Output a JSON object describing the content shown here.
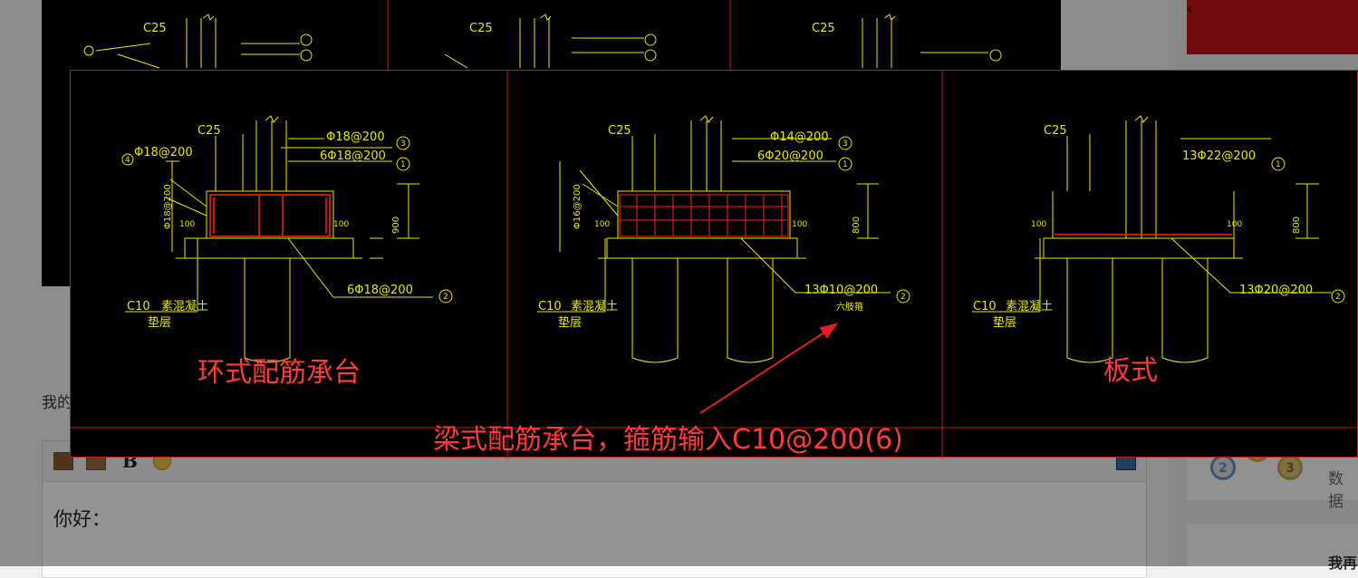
{
  "page": {
    "reply_label": "我的",
    "editor": {
      "toolbar": [
        "insert-image-icon",
        "insert-picture-icon",
        "bold-icon",
        "emoji-icon",
        "screen-icon"
      ],
      "bold_label": "B",
      "body_text": "你好："
    }
  },
  "sidebar": {
    "collapse_icon": "chevron-left-icon",
    "medals": [
      "2",
      "",
      "3"
    ],
    "data_label": "数据",
    "card2_title": "我再"
  },
  "drawing": {
    "labels": {
      "ring": "环式配筋承台",
      "plate": "板式",
      "beam": "梁式配筋承台，箍筋输入C10@200(6)"
    },
    "panels": [
      {
        "concrete": "C25",
        "rebar_top": "Φ18@200",
        "rebar_side": "Φ18@200",
        "rebar_main": "6Φ18@200",
        "rebar_bottom": "6Φ18@200",
        "marks": [
          "3",
          "1",
          "2",
          "4"
        ],
        "height": "900",
        "cover": "100",
        "base": "C10",
        "base_note": "素混凝土垫层"
      },
      {
        "concrete": "C25",
        "rebar_top": "Φ14@200",
        "rebar_side": "Φ16@200",
        "rebar_main": "6Φ20@200",
        "rebar_bottom": "13Φ10@200",
        "marks": [
          "3",
          "1",
          "2"
        ],
        "height": "800",
        "cover": "100",
        "base": "C10",
        "base_note": "素混凝土垫层"
      },
      {
        "concrete": "C25",
        "rebar_main": "13Φ22@200",
        "rebar_bottom": "13Φ20@200",
        "marks": [
          "1",
          "2"
        ],
        "height": "800",
        "cover": "100",
        "base": "C10",
        "base_note": "素混凝土垫层"
      }
    ],
    "colors": {
      "lines": "#e8e800",
      "frame": "#c41818",
      "rebar": "#ff2020",
      "labels": "#ff3a3a",
      "arrow": "#e02020"
    }
  }
}
